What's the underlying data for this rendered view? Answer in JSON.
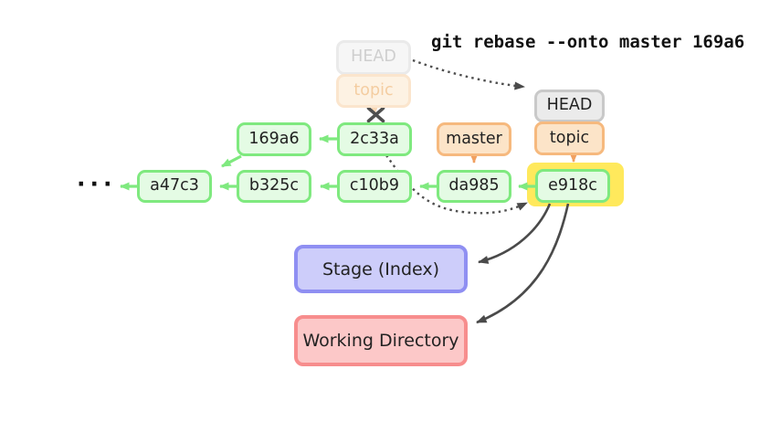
{
  "command": "git rebase --onto master 169a6",
  "ellipsis": "···",
  "ghost": {
    "head": "HEAD",
    "topic": "topic"
  },
  "refs": {
    "head": "HEAD",
    "topic": "topic",
    "master": "master"
  },
  "commits": {
    "169a6": "169a6",
    "2c33a": "2c33a",
    "a47c3": "a47c3",
    "b325c": "b325c",
    "c10b9": "c10b9",
    "da985": "da985",
    "e918c": "e918c"
  },
  "areas": {
    "stage": "Stage (Index)",
    "working": "Working Directory"
  },
  "edges": [
    {
      "from": "2c33a",
      "to": "169a6",
      "type": "parent"
    },
    {
      "from": "169a6",
      "to": "a47c3",
      "type": "parent"
    },
    {
      "from": "b325c",
      "to": "a47c3",
      "type": "parent"
    },
    {
      "from": "c10b9",
      "to": "b325c",
      "type": "parent"
    },
    {
      "from": "a47c3",
      "to": "···",
      "type": "parent"
    },
    {
      "from": "da985",
      "to": "c10b9",
      "type": "parent"
    },
    {
      "from": "e918c",
      "to": "da985",
      "type": "parent"
    },
    {
      "from": "master",
      "to": "da985",
      "type": "ref-pointer"
    },
    {
      "from": "topic",
      "to": "e918c",
      "type": "ref-pointer"
    },
    {
      "from": "ghost-topic",
      "to": "2c33a",
      "type": "ref-pointer-removed",
      "style": "crossed-out"
    },
    {
      "from": "ghost-HEAD",
      "to": "HEAD",
      "type": "moved",
      "style": "dashed"
    },
    {
      "from": "2c33a",
      "to": "e918c",
      "type": "moved",
      "style": "dashed"
    },
    {
      "from": "e918c",
      "to": "Stage (Index)",
      "type": "checkout"
    },
    {
      "from": "e918c",
      "to": "Working Directory",
      "type": "checkout"
    }
  ],
  "colors": {
    "commit_green_border": "#7fe97f",
    "commit_green_fill": "#e4fbe4",
    "ref_orange_border": "#f6b97e",
    "ref_orange_fill": "#fce4c8",
    "head_gray_border": "#c9c9c9",
    "head_gray_fill": "#ebebeb",
    "highlight_yellow": "#ffe95c",
    "stage_blue_border": "#8f8ff2",
    "stage_blue_fill": "#cdcdfa",
    "working_red_border": "#f78d8d",
    "working_red_fill": "#fcc8c8",
    "arrow_dark": "#4a4a4a",
    "arrow_orange": "#f0a060"
  }
}
